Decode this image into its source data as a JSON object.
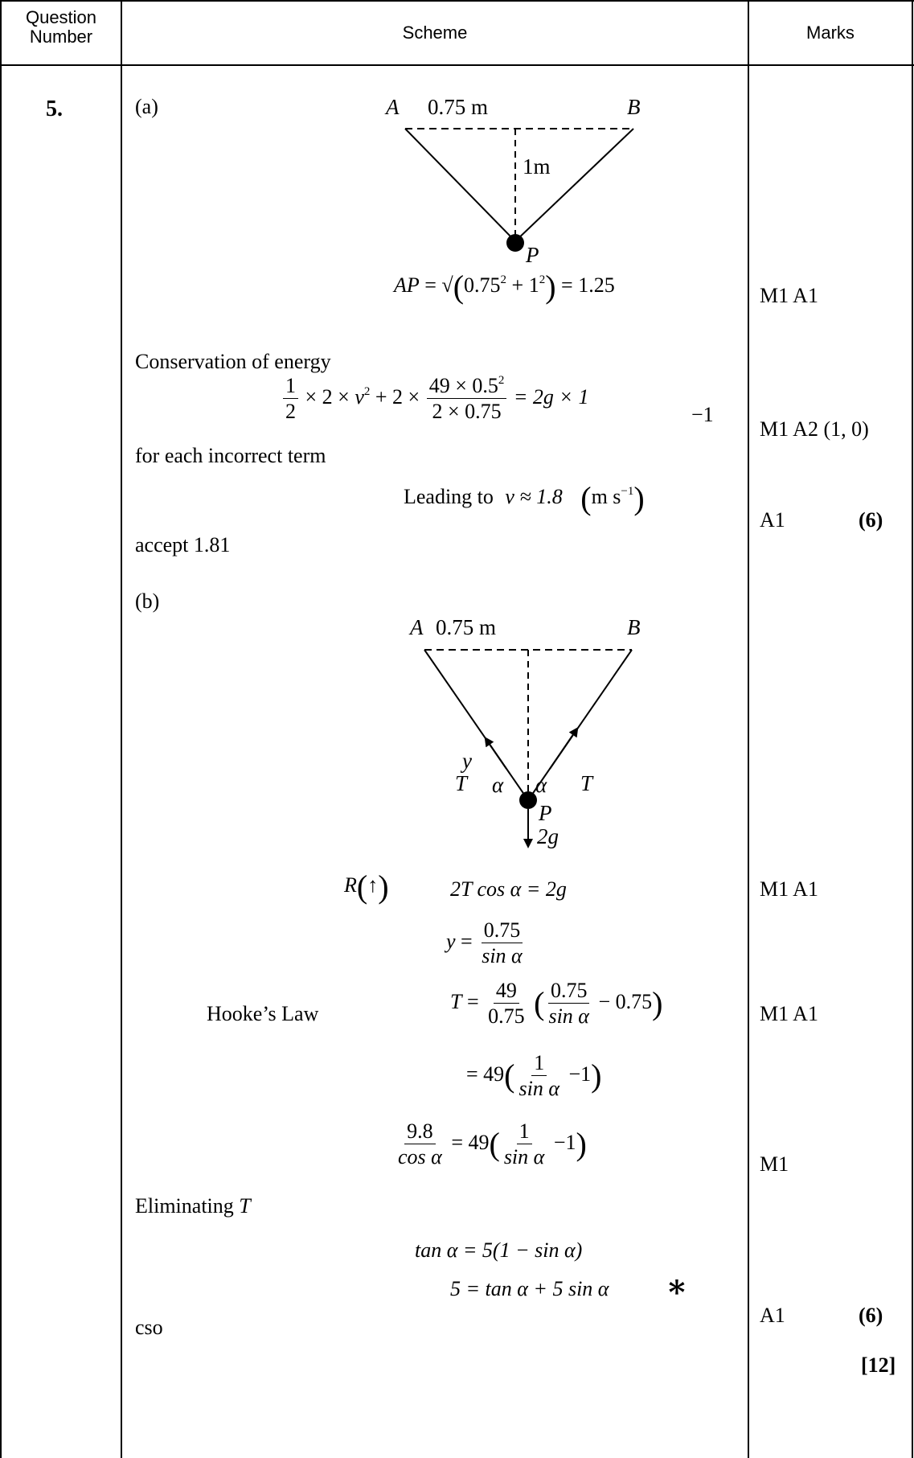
{
  "header": {
    "question_number": "Question Number",
    "scheme": "Scheme",
    "marks": "Marks"
  },
  "question": "5.",
  "part_a": {
    "label": "(a)",
    "diagram": {
      "A": "A",
      "B": "B",
      "P": "P",
      "width": "0.75 m",
      "depth": "1m"
    },
    "ap": "AP",
    "ap_result": "= 1.25",
    "ap_marks": "M1 A1",
    "conservation": "Conservation of energy",
    "energy_rhs": "= 2g × 1",
    "energy_minus": "−1",
    "energy_marks": "M1 A2 (1, 0)",
    "incorrect_term": "for each incorrect term",
    "leading": "Leading to",
    "v_result": "v ≈ 1.8",
    "units": "m s",
    "v_marks": "A1",
    "v_total": "(6)",
    "accept": "accept 1.81"
  },
  "part_b": {
    "label": "(b)",
    "diagram": {
      "A": "A",
      "B": "B",
      "P": "P",
      "width": "0.75 m",
      "y": "y",
      "T_left": "T",
      "T_right": "T",
      "alpha": "α",
      "weight": "2g"
    },
    "resolve": "R",
    "resolve_eq": "2T cos α = 2g",
    "resolve_marks": "M1 A1",
    "hookes": "Hooke’s Law",
    "hooke_marks": "M1 A1",
    "eliminate_marks": "M1",
    "eliminating": "Eliminating",
    "eliminating_var": "T",
    "tan_eq": "tan α = 5(1 − sin α)",
    "final_eq": "5 = tan α + 5 sin α",
    "star": "∗",
    "final_marks": "A1",
    "final_total": "(6)",
    "cso": "cso",
    "grand_total": "[12]"
  }
}
